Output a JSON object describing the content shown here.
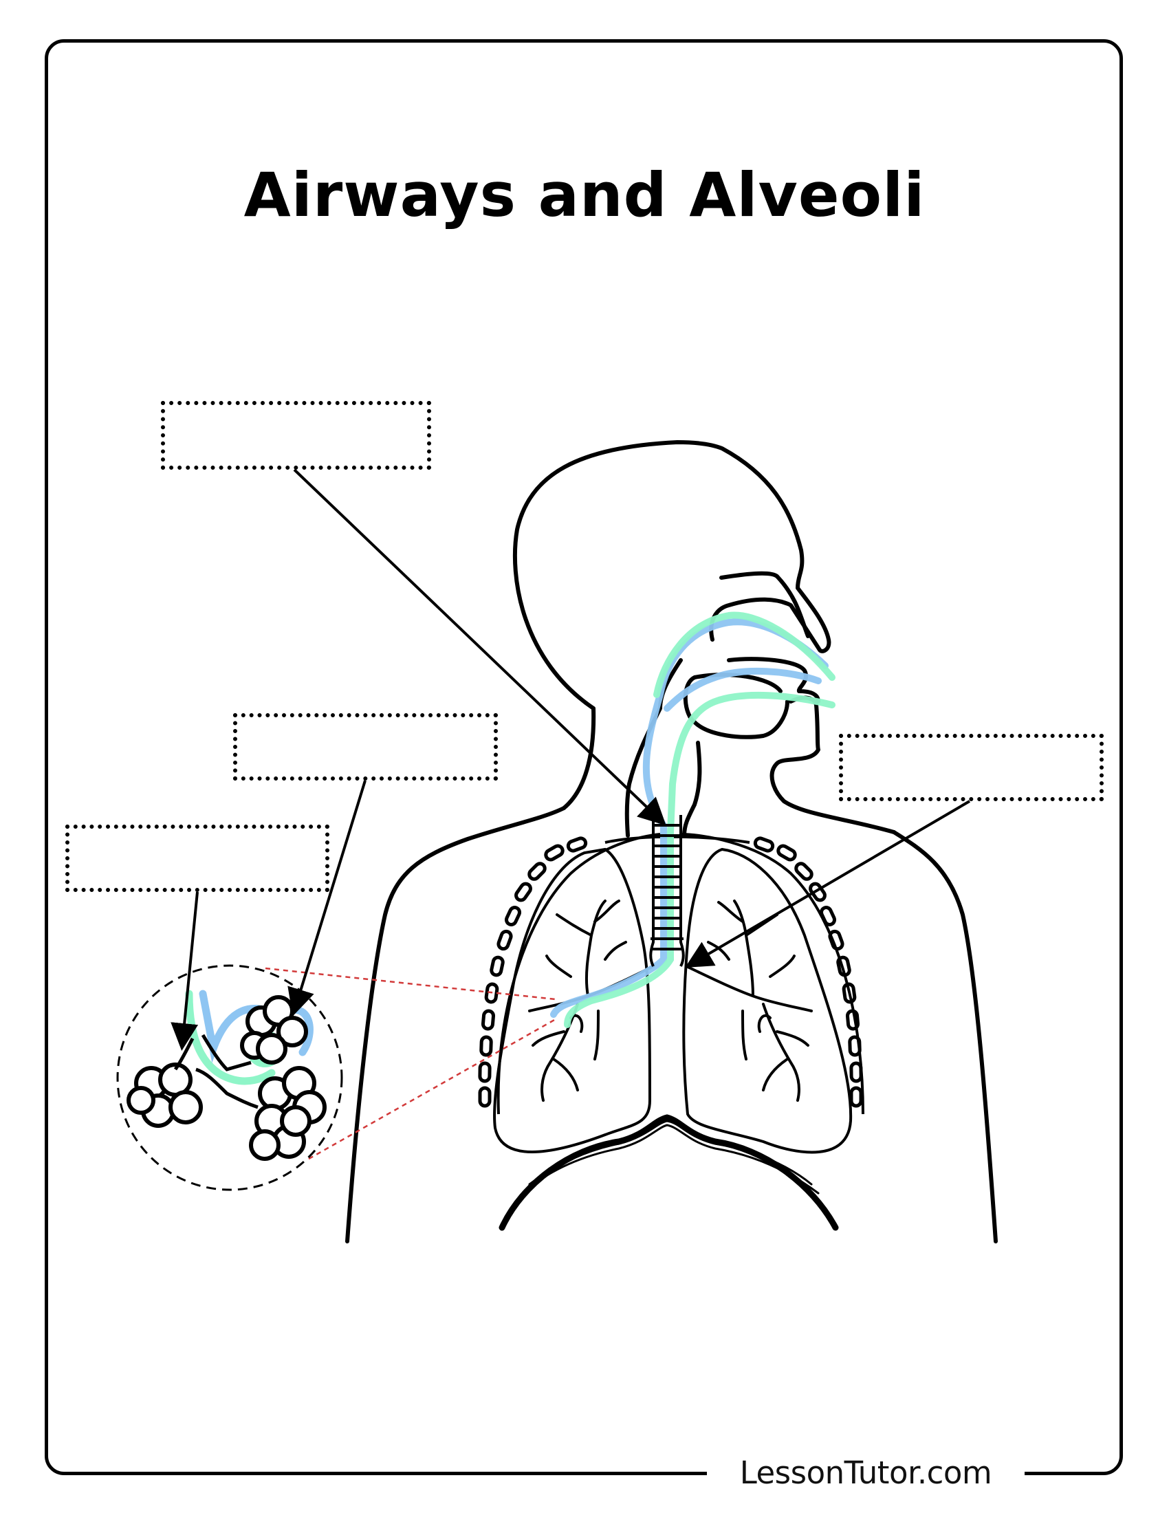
{
  "worksheet": {
    "title": "Airways and Alveoli",
    "footer": "LessonTutor.com"
  },
  "label_boxes": [
    {
      "id": "box-top-left",
      "value": "",
      "points_to": "trachea"
    },
    {
      "id": "box-middle-left",
      "value": "",
      "points_to": "alveoli-cluster-upper"
    },
    {
      "id": "box-lower-left",
      "value": "",
      "points_to": "bronchiole"
    },
    {
      "id": "box-right",
      "value": "",
      "points_to": "bronchus"
    }
  ],
  "colors": {
    "outline": "#000000",
    "airflow_blue": "#8ec5f2",
    "airflow_green": "#8ff5c8",
    "zoom_connector_red": "#d23a3a"
  }
}
